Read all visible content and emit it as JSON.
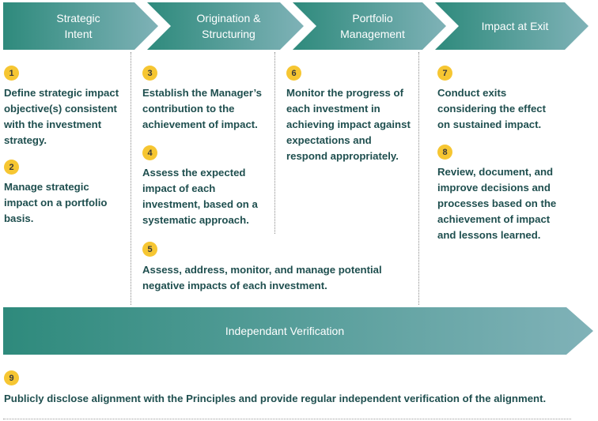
{
  "stages": [
    {
      "label": "Strategic\nIntent"
    },
    {
      "label": "Origination &\nStructuring"
    },
    {
      "label": "Portfolio\nManagement"
    },
    {
      "label": "Impact at Exit"
    }
  ],
  "verification_bar": {
    "label": "Independant Verification"
  },
  "principles": [
    {
      "number": "1",
      "text": "Define strategic impact objective(s) consistent with the investment strategy."
    },
    {
      "number": "2",
      "text": "Manage strategic impact on a portfolio basis."
    },
    {
      "number": "3",
      "text": "Establish the Manager’s contribution to the achievement of impact."
    },
    {
      "number": "4",
      "text": "Assess the expected impact of each investment, based on a systematic approach."
    },
    {
      "number": "5",
      "text": "Assess, address, monitor, and manage potential negative impacts of each investment."
    },
    {
      "number": "6",
      "text": "Monitor the progress of each investment in achieving impact against expectations and respond appropriately."
    },
    {
      "number": "7",
      "text": "Conduct exits considering the effect on sustained impact."
    },
    {
      "number": "8",
      "text": "Review, document, and improve decisions and processes based on the achievement of impact and lessons learned."
    },
    {
      "number": "9",
      "text": "Publicly disclose alignment with the Principles and provide regular independent verification of the alignment."
    }
  ],
  "colors": {
    "chevron_dark": "#2e8a7c",
    "chevron_light": "#7fb2b7",
    "badge": "#f6c632",
    "text": "#1f4f4f"
  }
}
